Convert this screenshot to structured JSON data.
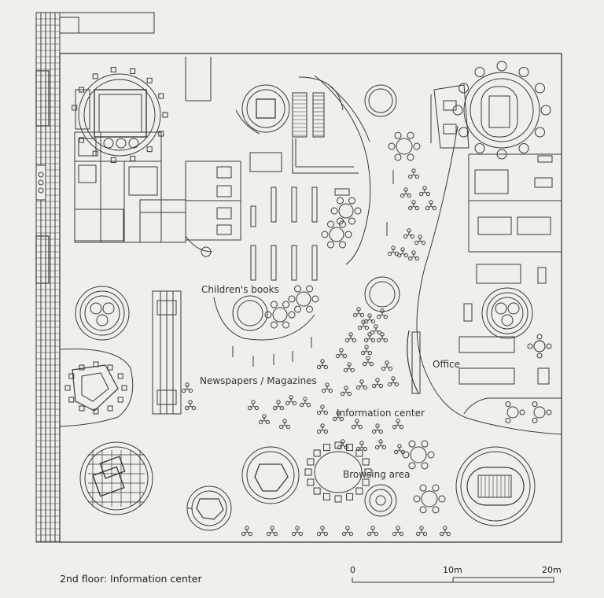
{
  "caption": "2nd floor: Information center",
  "labels": {
    "childrens_books": "Children's books",
    "newspapers": "Newspapers / Magazines",
    "office": "Office",
    "information_center": "Information center",
    "browsing_area": "Browsing area"
  },
  "scale": {
    "tick_0": "0",
    "tick_10": "10m",
    "tick_20": "20m"
  },
  "colors": {
    "line": "#3a3a3a",
    "background": "#f1efe9"
  }
}
